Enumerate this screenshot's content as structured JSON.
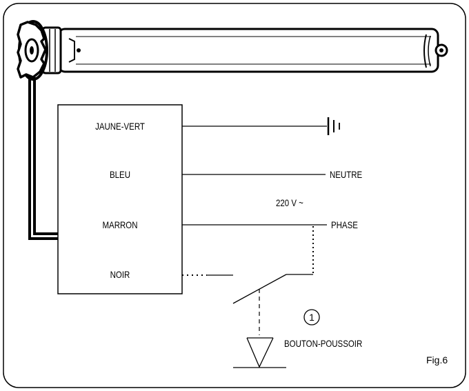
{
  "wires": {
    "yellow_green": "JAUNE-VERT",
    "blue": "BLEU",
    "brown": "MARRON",
    "black": "NOIR"
  },
  "terminals": {
    "neutral": "NEUTRE",
    "phase": "PHASE",
    "voltage": "220 V ~"
  },
  "switch": {
    "number": "1",
    "label": "BOUTON-POUSSOIR"
  },
  "figure": {
    "caption": "Fig.6"
  }
}
